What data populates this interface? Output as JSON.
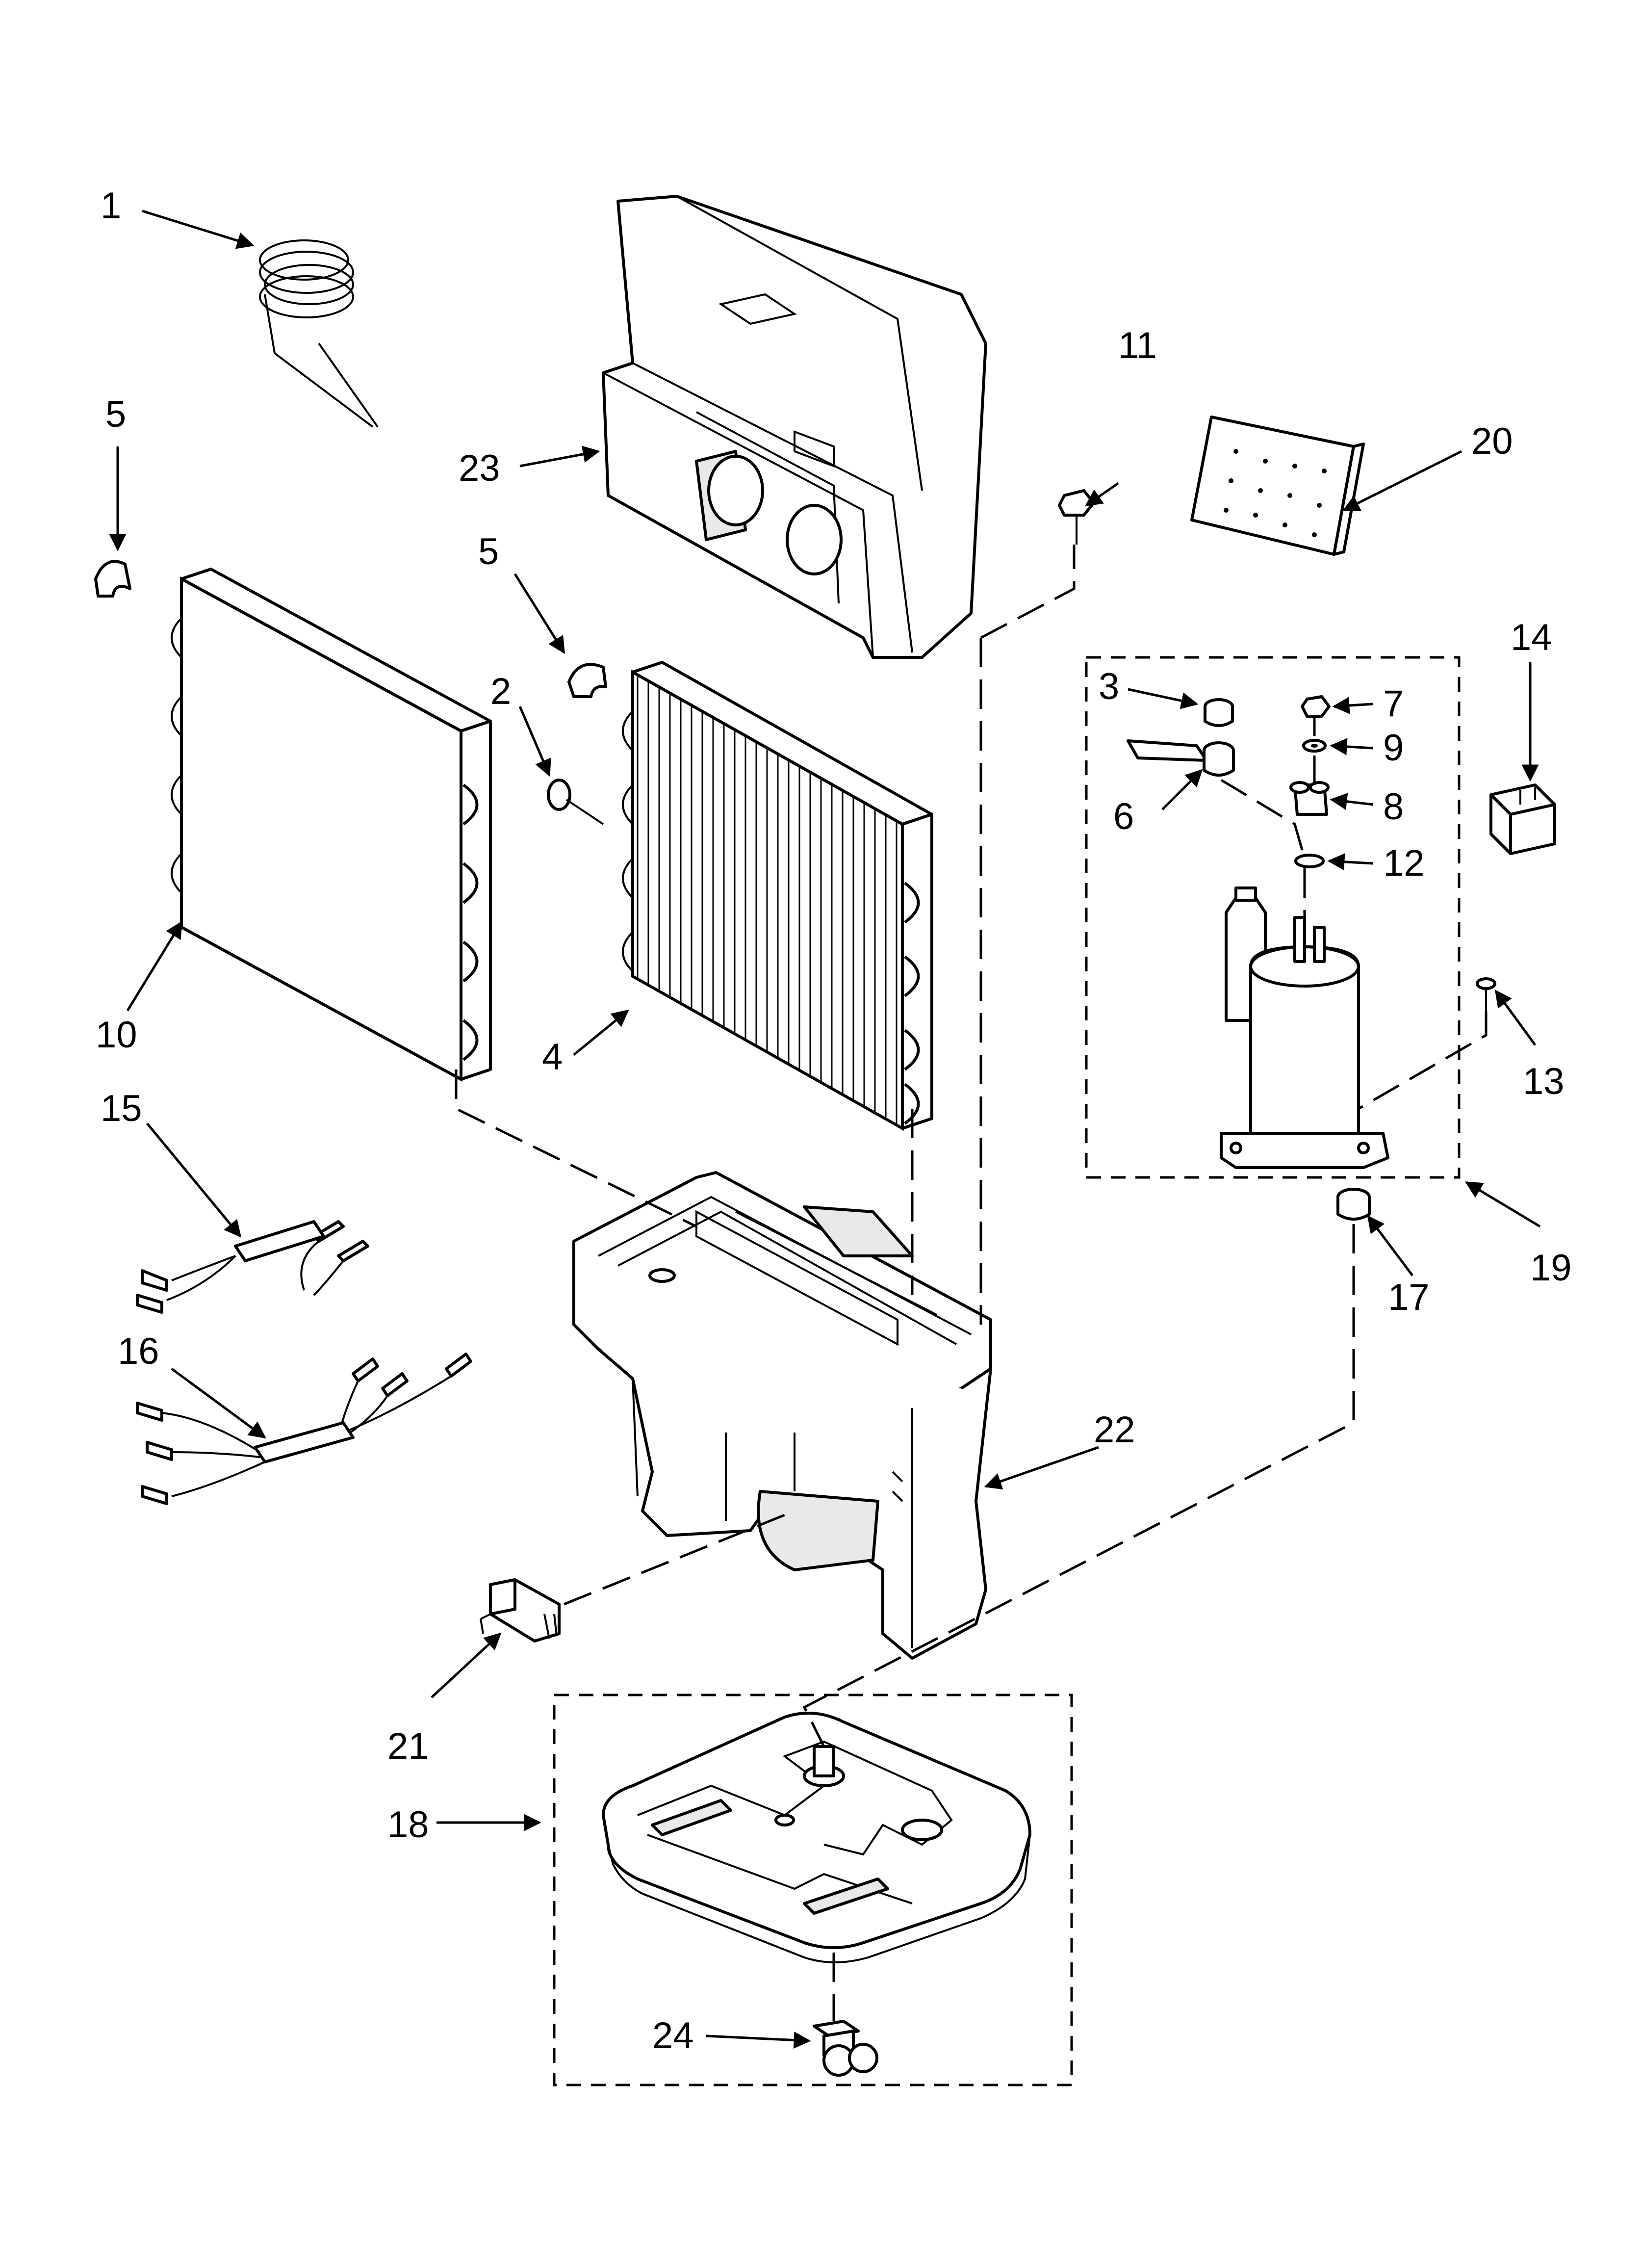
{
  "diagram": {
    "callouts": [
      {
        "id": "c1",
        "label": "1"
      },
      {
        "id": "c2",
        "label": "2"
      },
      {
        "id": "c3",
        "label": "3"
      },
      {
        "id": "c4",
        "label": "4"
      },
      {
        "id": "c5a",
        "label": "5"
      },
      {
        "id": "c5b",
        "label": "5"
      },
      {
        "id": "c6",
        "label": "6"
      },
      {
        "id": "c7",
        "label": "7"
      },
      {
        "id": "c8",
        "label": "8"
      },
      {
        "id": "c9",
        "label": "9"
      },
      {
        "id": "c10",
        "label": "10"
      },
      {
        "id": "c11",
        "label": "11"
      },
      {
        "id": "c12",
        "label": "12"
      },
      {
        "id": "c13",
        "label": "13"
      },
      {
        "id": "c14",
        "label": "14"
      },
      {
        "id": "c15",
        "label": "15"
      },
      {
        "id": "c16",
        "label": "16"
      },
      {
        "id": "c17",
        "label": "17"
      },
      {
        "id": "c18",
        "label": "18"
      },
      {
        "id": "c19",
        "label": "19"
      },
      {
        "id": "c20",
        "label": "20"
      },
      {
        "id": "c21",
        "label": "21"
      },
      {
        "id": "c22",
        "label": "22"
      },
      {
        "id": "c23",
        "label": "23"
      },
      {
        "id": "c24",
        "label": "24"
      }
    ]
  }
}
